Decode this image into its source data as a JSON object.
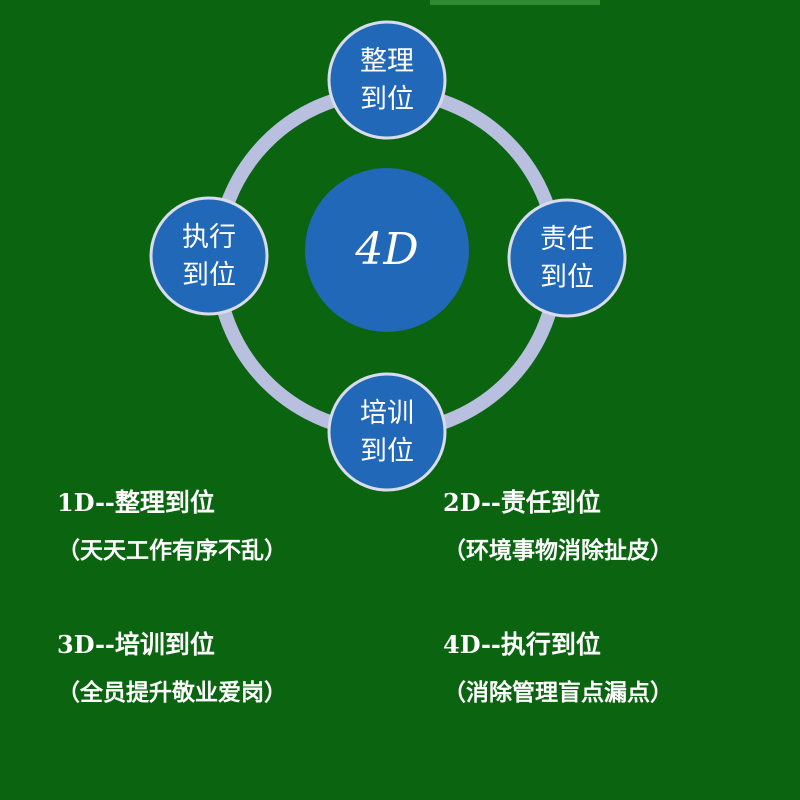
{
  "diagram": {
    "center_label": "4D",
    "nodes": [
      {
        "line1": "整理",
        "line2": "到位"
      },
      {
        "line1": "责任",
        "line2": "到位"
      },
      {
        "line1": "培训",
        "line2": "到位"
      },
      {
        "line1": "执行",
        "line2": "到位"
      }
    ]
  },
  "items": [
    {
      "code": "1D--",
      "title": "整理到位",
      "desc": "（天天工作有序不乱）"
    },
    {
      "code": "2D--",
      "title": "责任到位",
      "desc": "（环境事物消除扯皮）"
    },
    {
      "code": "3D--",
      "title": "培训到位",
      "desc": "（全员提升敬业爱岗）"
    },
    {
      "code": "4D--",
      "title": "执行到位",
      "desc": "（消除管理盲点漏点）"
    }
  ],
  "colors": {
    "background": "#0b6410",
    "ring": "#b9bfdf",
    "circle": "#2168b8",
    "circle_border": "#d8dcec",
    "text": "#ffffff"
  }
}
